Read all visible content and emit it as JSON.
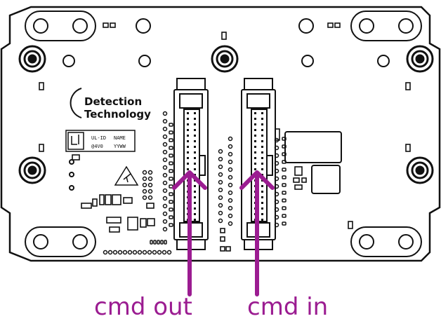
{
  "accent": "#9b1c91",
  "line": "#111111",
  "logo": {
    "line1": "Detection",
    "line2": "Technology"
  },
  "marking": {
    "ul_id": "UL-ID",
    "name": "NAME",
    "version": "@4V0",
    "date": "YYWW"
  },
  "labels": {
    "cmd_out": "cmd out",
    "cmd_in": "cmd in"
  },
  "icons": [
    "esd-warning-icon",
    "ul-mark-icon",
    "arrow-up-icon"
  ]
}
